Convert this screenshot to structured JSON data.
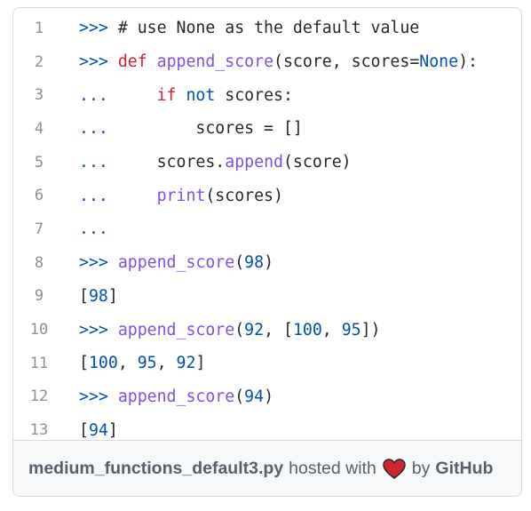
{
  "code": {
    "lines": [
      {
        "n": "1",
        "tokens": [
          [
            ">>> ",
            "p"
          ],
          [
            "# use None as the default value",
            ""
          ]
        ]
      },
      {
        "n": "2",
        "tokens": [
          [
            ">>> ",
            "p"
          ],
          [
            "def ",
            "kw"
          ],
          [
            "append_score",
            "fn"
          ],
          [
            "(score, scores=",
            ""
          ],
          [
            "None",
            "bl"
          ],
          [
            "):",
            ""
          ]
        ]
      },
      {
        "n": "3",
        "tokens": [
          [
            "...     ",
            "p"
          ],
          [
            "if ",
            "kw"
          ],
          [
            "not ",
            "bl"
          ],
          [
            "scores:",
            ""
          ]
        ]
      },
      {
        "n": "4",
        "tokens": [
          [
            "...         ",
            "p"
          ],
          [
            "scores = []",
            ""
          ]
        ]
      },
      {
        "n": "5",
        "tokens": [
          [
            "...     ",
            "p"
          ],
          [
            "scores.",
            ""
          ],
          [
            "append",
            "fn"
          ],
          [
            "(score)",
            ""
          ]
        ]
      },
      {
        "n": "6",
        "tokens": [
          [
            "...     ",
            "p"
          ],
          [
            "print",
            "fn"
          ],
          [
            "(scores)",
            ""
          ]
        ]
      },
      {
        "n": "7",
        "tokens": [
          [
            "...",
            "p"
          ]
        ]
      },
      {
        "n": "8",
        "tokens": [
          [
            ">>> ",
            "p"
          ],
          [
            "append_score",
            "fn"
          ],
          [
            "(",
            ""
          ],
          [
            "98",
            "bl"
          ],
          [
            ")",
            ""
          ]
        ]
      },
      {
        "n": "9",
        "tokens": [
          [
            "[",
            ""
          ],
          [
            "98",
            "bl"
          ],
          [
            "]",
            ""
          ]
        ]
      },
      {
        "n": "10",
        "tokens": [
          [
            ">>> ",
            "p"
          ],
          [
            "append_score",
            "fn"
          ],
          [
            "(",
            ""
          ],
          [
            "92",
            "bl"
          ],
          [
            ", [",
            ""
          ],
          [
            "100",
            "bl"
          ],
          [
            ", ",
            ""
          ],
          [
            "95",
            "bl"
          ],
          [
            "])",
            ""
          ]
        ]
      },
      {
        "n": "11",
        "tokens": [
          [
            "[",
            ""
          ],
          [
            "100",
            "bl"
          ],
          [
            ", ",
            ""
          ],
          [
            "95",
            "bl"
          ],
          [
            ", ",
            ""
          ],
          [
            "92",
            "bl"
          ],
          [
            "]",
            ""
          ]
        ]
      },
      {
        "n": "12",
        "tokens": [
          [
            ">>> ",
            "p"
          ],
          [
            "append_score",
            "fn"
          ],
          [
            "(",
            ""
          ],
          [
            "94",
            "bl"
          ],
          [
            ")",
            ""
          ]
        ]
      },
      {
        "n": "13",
        "tokens": [
          [
            "[",
            ""
          ],
          [
            "94",
            "bl"
          ],
          [
            "]",
            ""
          ]
        ]
      }
    ]
  },
  "footer": {
    "filename": "medium_functions_default3.py",
    "hosted_with": "hosted with",
    "heart_icon": "heart-icon",
    "by": "by",
    "github": "GitHub"
  },
  "colors": {
    "prompt": "#0550ae",
    "keyword": "#cf222e",
    "function": "#8250df",
    "constant": "#0550ae",
    "heart": "#d1242f"
  }
}
